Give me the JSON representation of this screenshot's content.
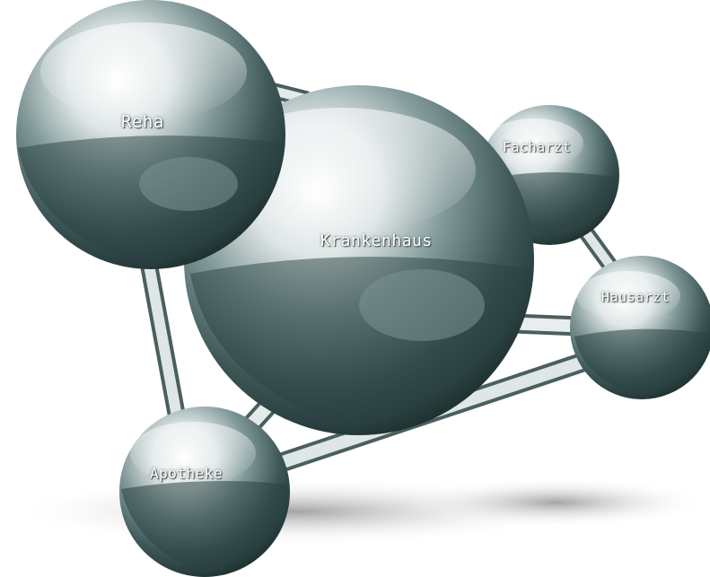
{
  "nodes": {
    "reha": "Reha",
    "krankenhaus": "Krankenhaus",
    "facharzt": "Facharzt",
    "hausarzt": "Hausarzt",
    "apotheke": "Apotheke"
  },
  "colors": {
    "sphere_dark": "#1f3333",
    "sphere_mid": "#5e7878",
    "sphere_light": "#ffffff",
    "rod": "#c9d2d2",
    "shadow": "#b8b8b8"
  }
}
